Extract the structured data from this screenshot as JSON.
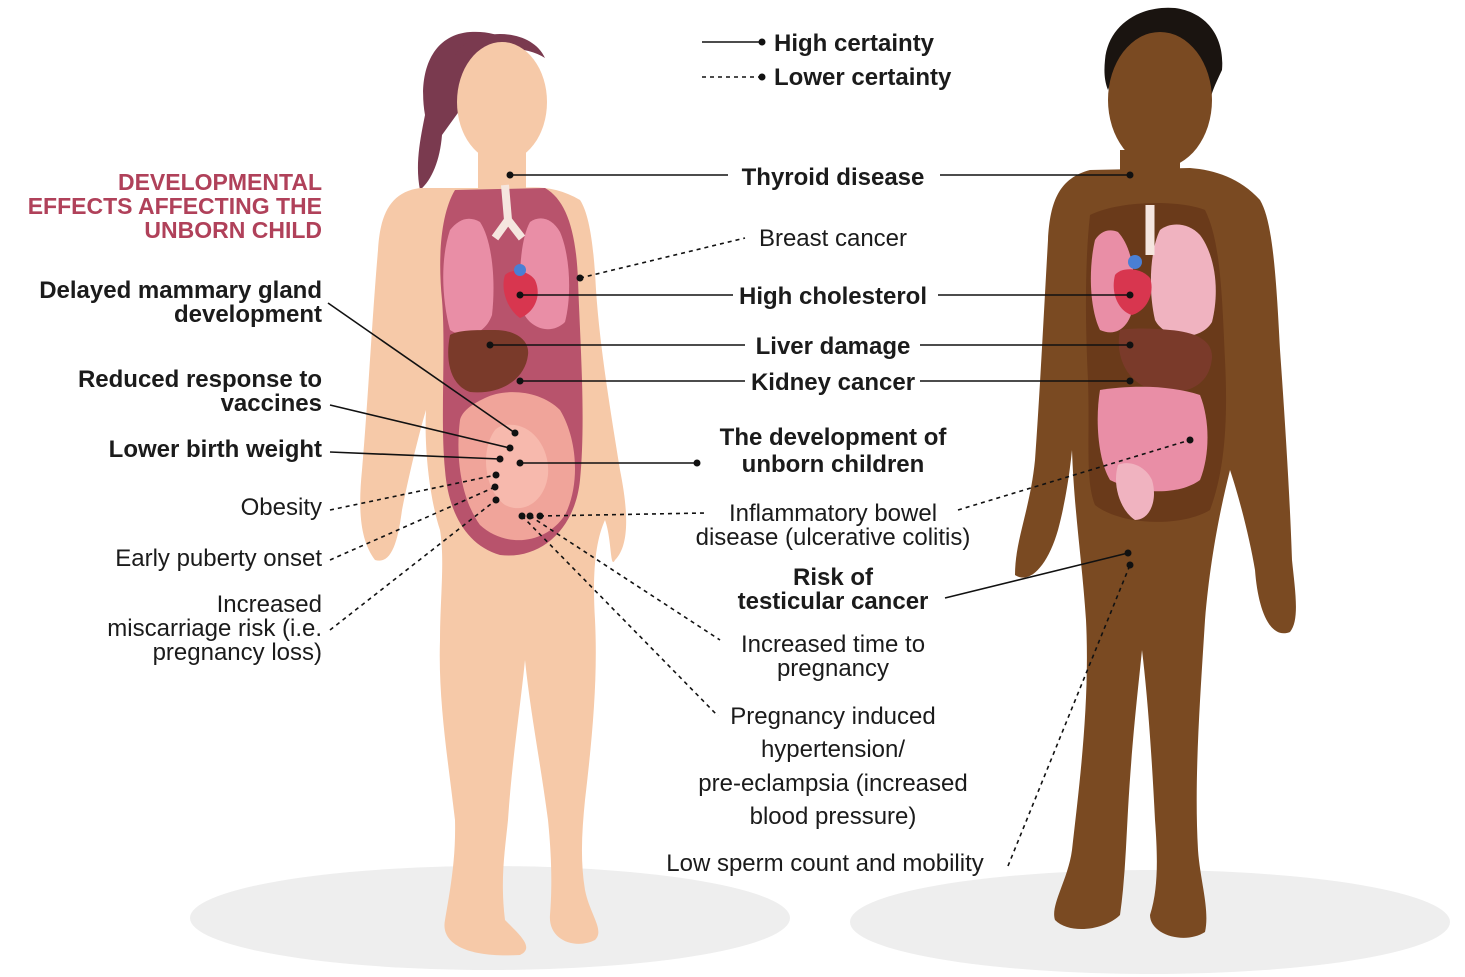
{
  "legend": {
    "solid_label": "High certainty",
    "dashed_label": "Lower certainty"
  },
  "developmental_heading": {
    "line1": "DEVELOPMENTAL",
    "line2": "EFFECTS AFFECTING THE",
    "line3": "UNBORN CHILD"
  },
  "left_labels": {
    "mammary_1": "Delayed mammary gland",
    "mammary_2": "development",
    "vaccines_1": "Reduced response to",
    "vaccines_2": "vaccines",
    "birth_weight": "Lower birth weight",
    "obesity": "Obesity",
    "puberty": "Early puberty onset",
    "miscarriage_1": "Increased",
    "miscarriage_2": "miscarriage risk (i.e.",
    "miscarriage_3": "pregnancy loss)"
  },
  "center_labels": {
    "thyroid": "Thyroid disease",
    "breast_cancer": "Breast cancer",
    "cholesterol": "High cholesterol",
    "liver": "Liver damage",
    "kidney": "Kidney cancer",
    "unborn_1": "The development of",
    "unborn_2": "unborn children",
    "ibd_1": "Inflammatory bowel",
    "ibd_2": "disease (ulcerative colitis)",
    "testicular_1": "Risk of",
    "testicular_2": "testicular cancer",
    "time_preg_1": "Increased  time to",
    "time_preg_2": "pregnancy",
    "hyper_1": "Pregnancy induced",
    "hyper_2": "hypertension/",
    "hyper_3": "pre-eclampsia (increased",
    "hyper_4": "blood pressure)",
    "sperm": "Low sperm count and mobility"
  },
  "colors": {
    "heading_accent": "#b0415a",
    "female_skin": "#f6c9a8",
    "male_skin": "#7a4a22",
    "female_hair": "#7a3a4f",
    "male_hair": "#1a1410",
    "organ_pink": "#e98ea6",
    "liver_brown": "#7a3a2a"
  }
}
